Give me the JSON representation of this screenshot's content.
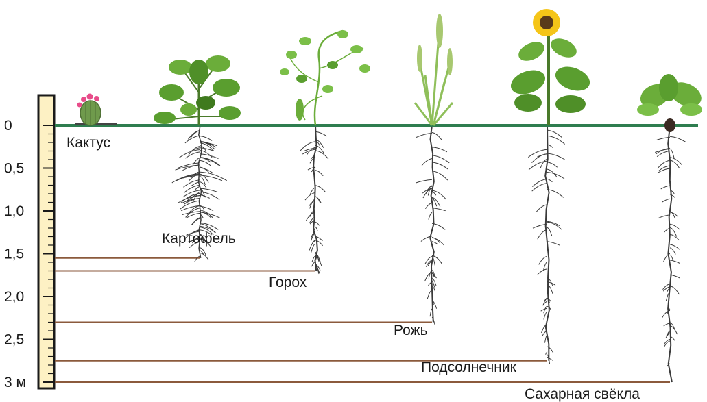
{
  "scale": {
    "tick_labels": [
      "0",
      "0,5",
      "1,0",
      "1,5",
      "2,0",
      "2,5",
      "3 м"
    ]
  },
  "plants": [
    {
      "id": "cactus",
      "label": "Кактус",
      "root_depth": 0.0
    },
    {
      "id": "potato",
      "label": "Картофель",
      "root_depth": 1.55
    },
    {
      "id": "pea",
      "label": "Горох",
      "root_depth": 1.7
    },
    {
      "id": "rye",
      "label": "Рожь",
      "root_depth": 2.3
    },
    {
      "id": "sunflower",
      "label": "Подсолнечник",
      "root_depth": 2.75
    },
    {
      "id": "sugarbeet",
      "label": "Сахарная свёкла",
      "root_depth": 3.0
    }
  ],
  "colors": {
    "ground": "#2e7d4f",
    "depth_line": "#8b5a3c",
    "ruler_fill": "#fdf1c4",
    "ruler_border": "#1a1a1a",
    "root": "#3a3a3a",
    "leaf": "#5a9e2f",
    "leaf_dark": "#3f7a1e",
    "sunflower_petal": "#f5c518",
    "cactus_body": "#6f9a4c",
    "cactus_flower": "#e84c8a"
  }
}
